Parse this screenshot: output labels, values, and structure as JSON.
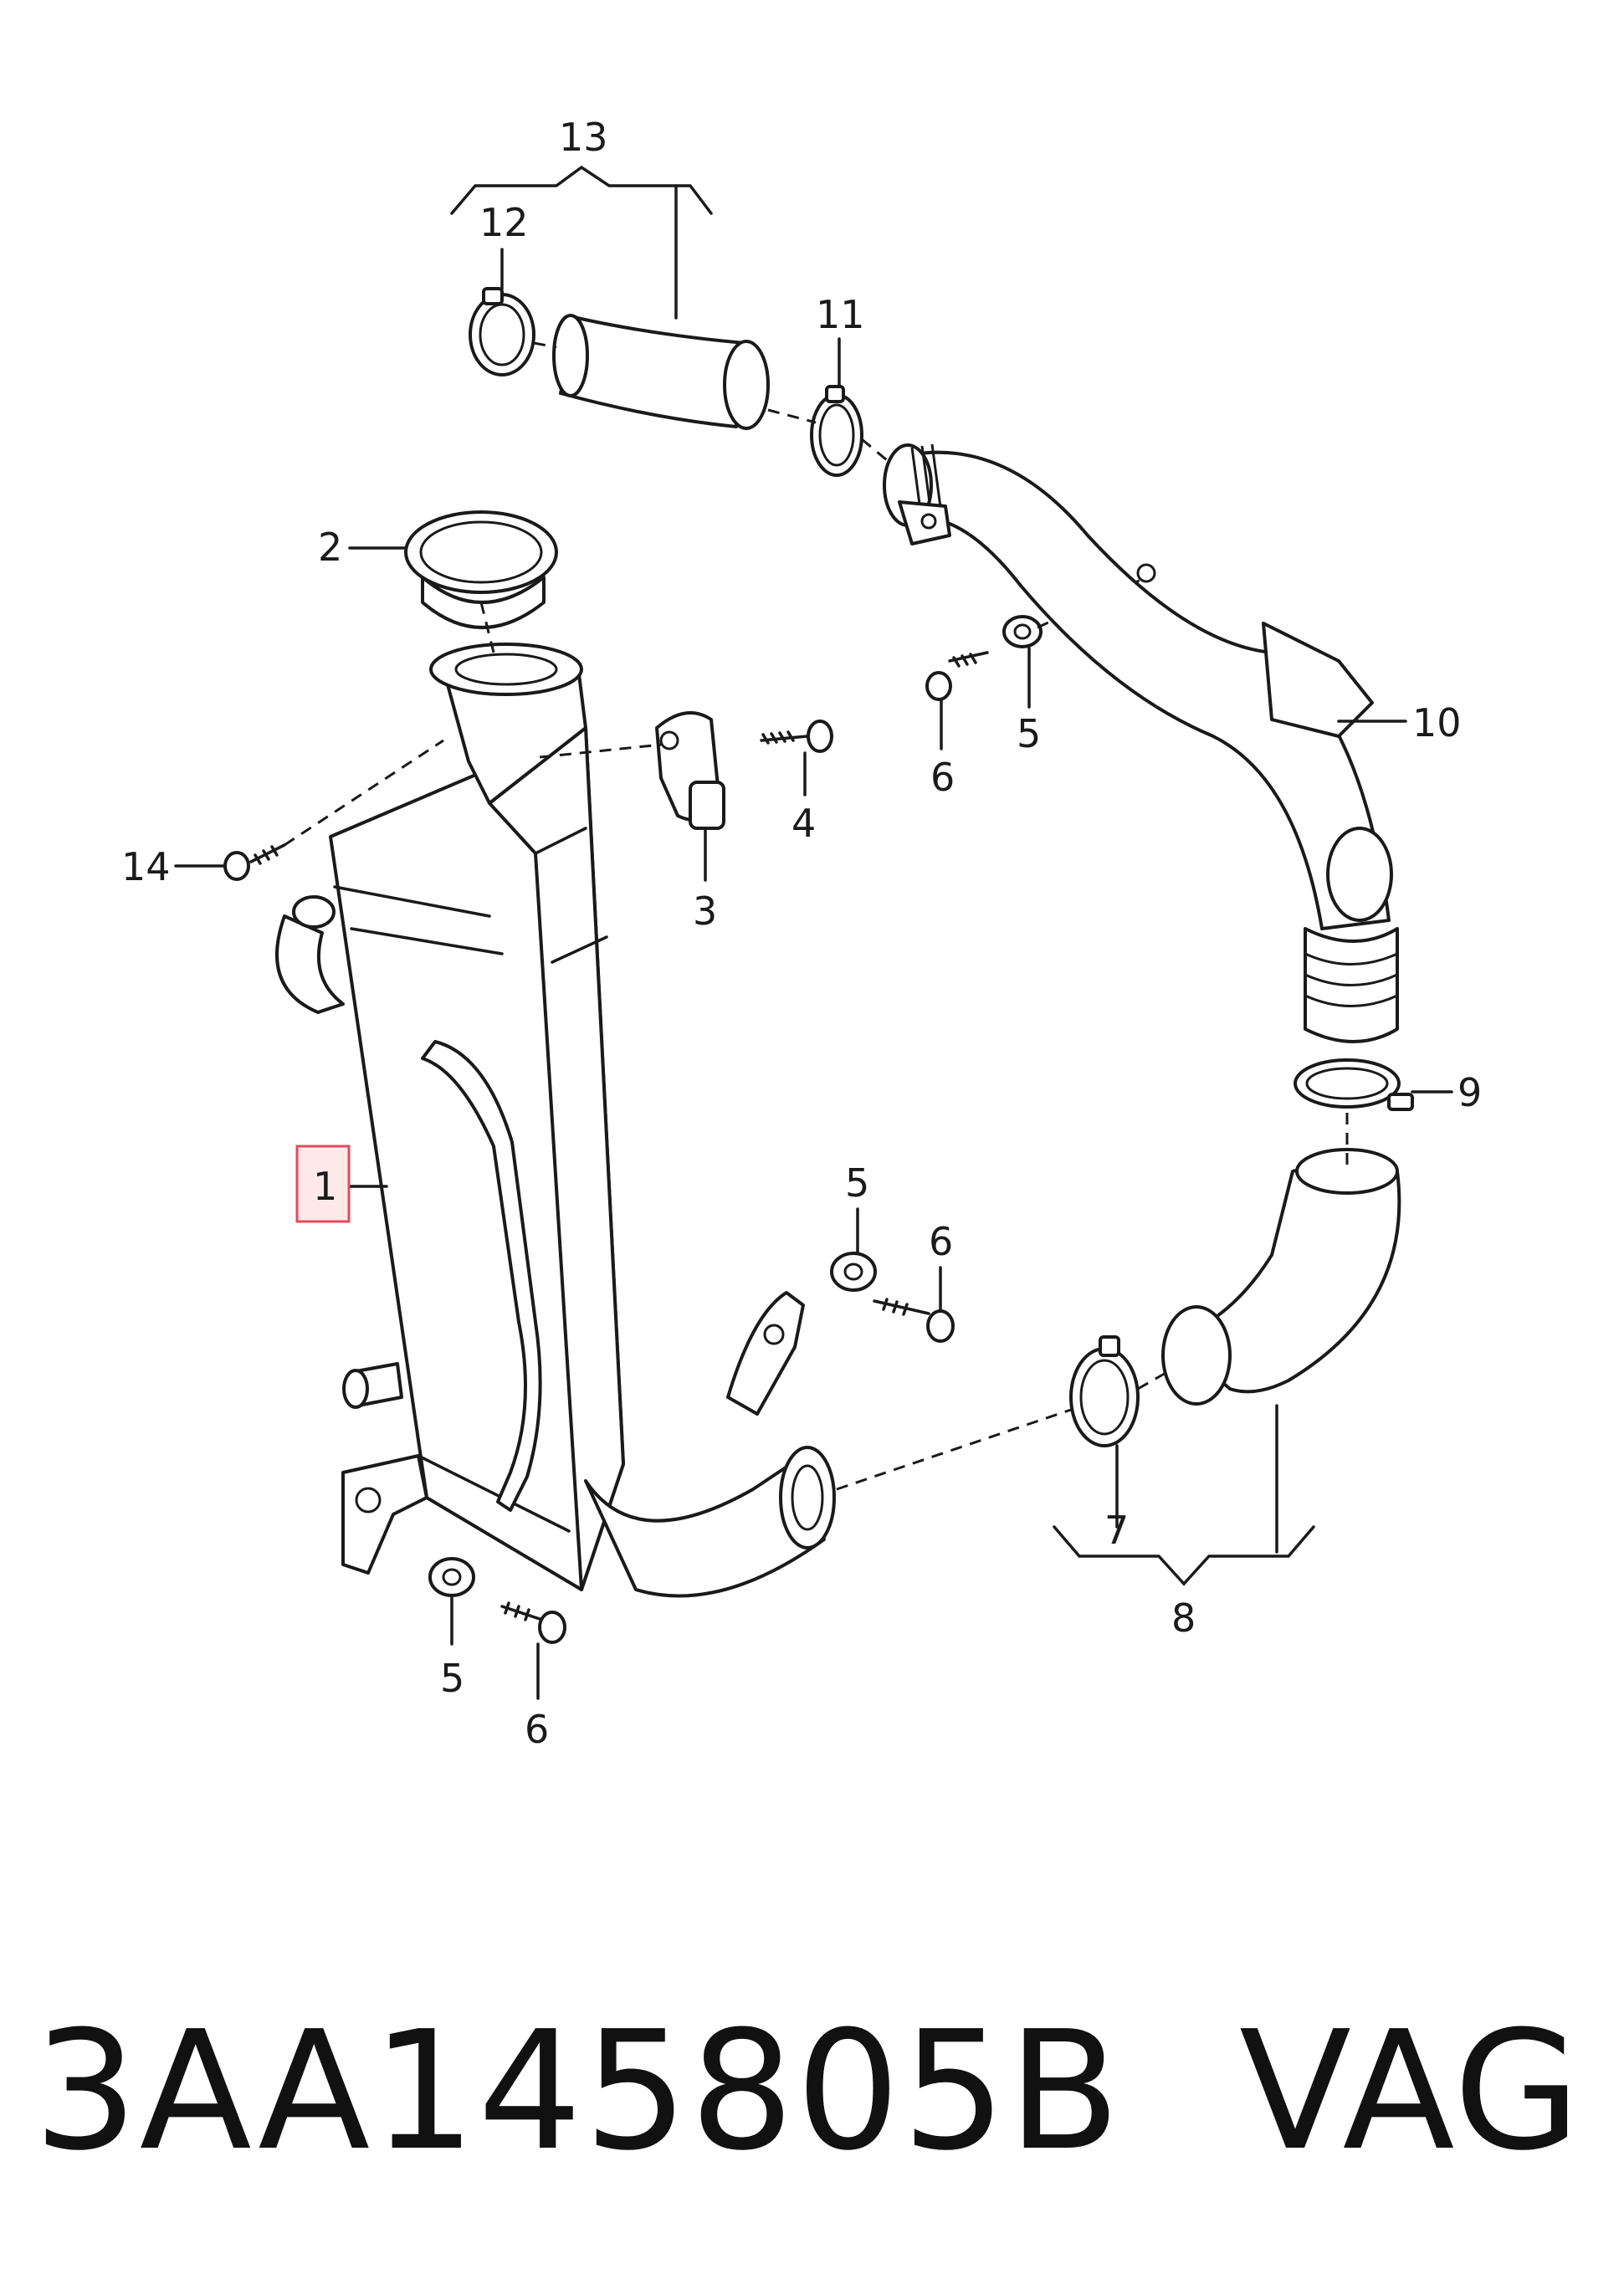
{
  "callouts": {
    "c1": "1",
    "c2": "2",
    "c3": "3",
    "c4": "4",
    "c5a": "5",
    "c5b": "5",
    "c5c": "5",
    "c6a": "6",
    "c6b": "6",
    "c6c": "6",
    "c7": "7",
    "c8": "8",
    "c9": "9",
    "c10": "10",
    "c11": "11",
    "c12": "12",
    "c13": "13",
    "c14": "14"
  },
  "highlight_color": "#e34b5b",
  "caption": {
    "part_number": "3AA145805B",
    "brand": "VAG"
  }
}
